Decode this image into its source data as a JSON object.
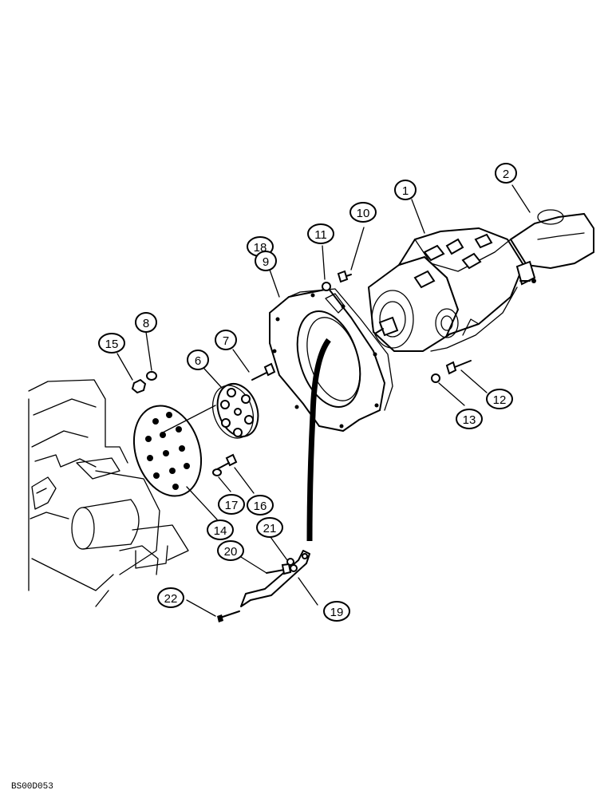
{
  "drawing_code": "BS00D053",
  "callouts": [
    {
      "label": "1"
    },
    {
      "label": "2"
    },
    {
      "label": "10"
    },
    {
      "label": "11"
    },
    {
      "label": "18"
    },
    {
      "label": "9"
    },
    {
      "label": "8"
    },
    {
      "label": "15"
    },
    {
      "label": "7"
    },
    {
      "label": "6"
    },
    {
      "label": "12"
    },
    {
      "label": "13"
    },
    {
      "label": "17"
    },
    {
      "label": "16"
    },
    {
      "label": "14"
    },
    {
      "label": "21"
    },
    {
      "label": "20"
    },
    {
      "label": "19"
    },
    {
      "label": "22"
    }
  ]
}
